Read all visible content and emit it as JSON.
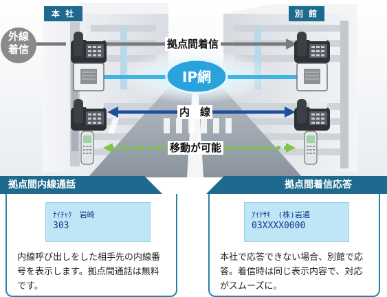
{
  "buildings": {
    "main_label": "本 社",
    "annex_label": "別 館"
  },
  "external_badge": {
    "line1": "外線",
    "line2": "着信"
  },
  "links": {
    "incoming": "拠点間着信",
    "ip_network": "IP網",
    "extension": "内　線",
    "mobility": "移動が可能"
  },
  "panels": [
    {
      "title": "拠点間内線通話",
      "screen_line1": "ﾅｲﾁｬｸ　岩崎",
      "screen_line2": "303",
      "description": "内線呼び出しをした相手先の内線番号を表示します。拠点間通話は無料です。"
    },
    {
      "title": "拠点間着信応答",
      "screen_line1": "ｱｲﾃｻｷ　(株)岩通",
      "screen_line2": "03XXXX0000",
      "description": "本社で応答できない場合、別館で応答。着信時は同じ表示内容で、対応がスムーズに。"
    }
  ],
  "colors": {
    "panel_header": "#1e6a8e",
    "screen_bg": "#bfe6f6",
    "ip_line": "#3fb4e6",
    "ext_arrow": "#1d4f9c",
    "mobility": "#7cc742",
    "external": "#7a7a7a"
  },
  "icons": [
    "desk-phone-icon",
    "conference-unit-icon",
    "mobile-handset-icon"
  ]
}
